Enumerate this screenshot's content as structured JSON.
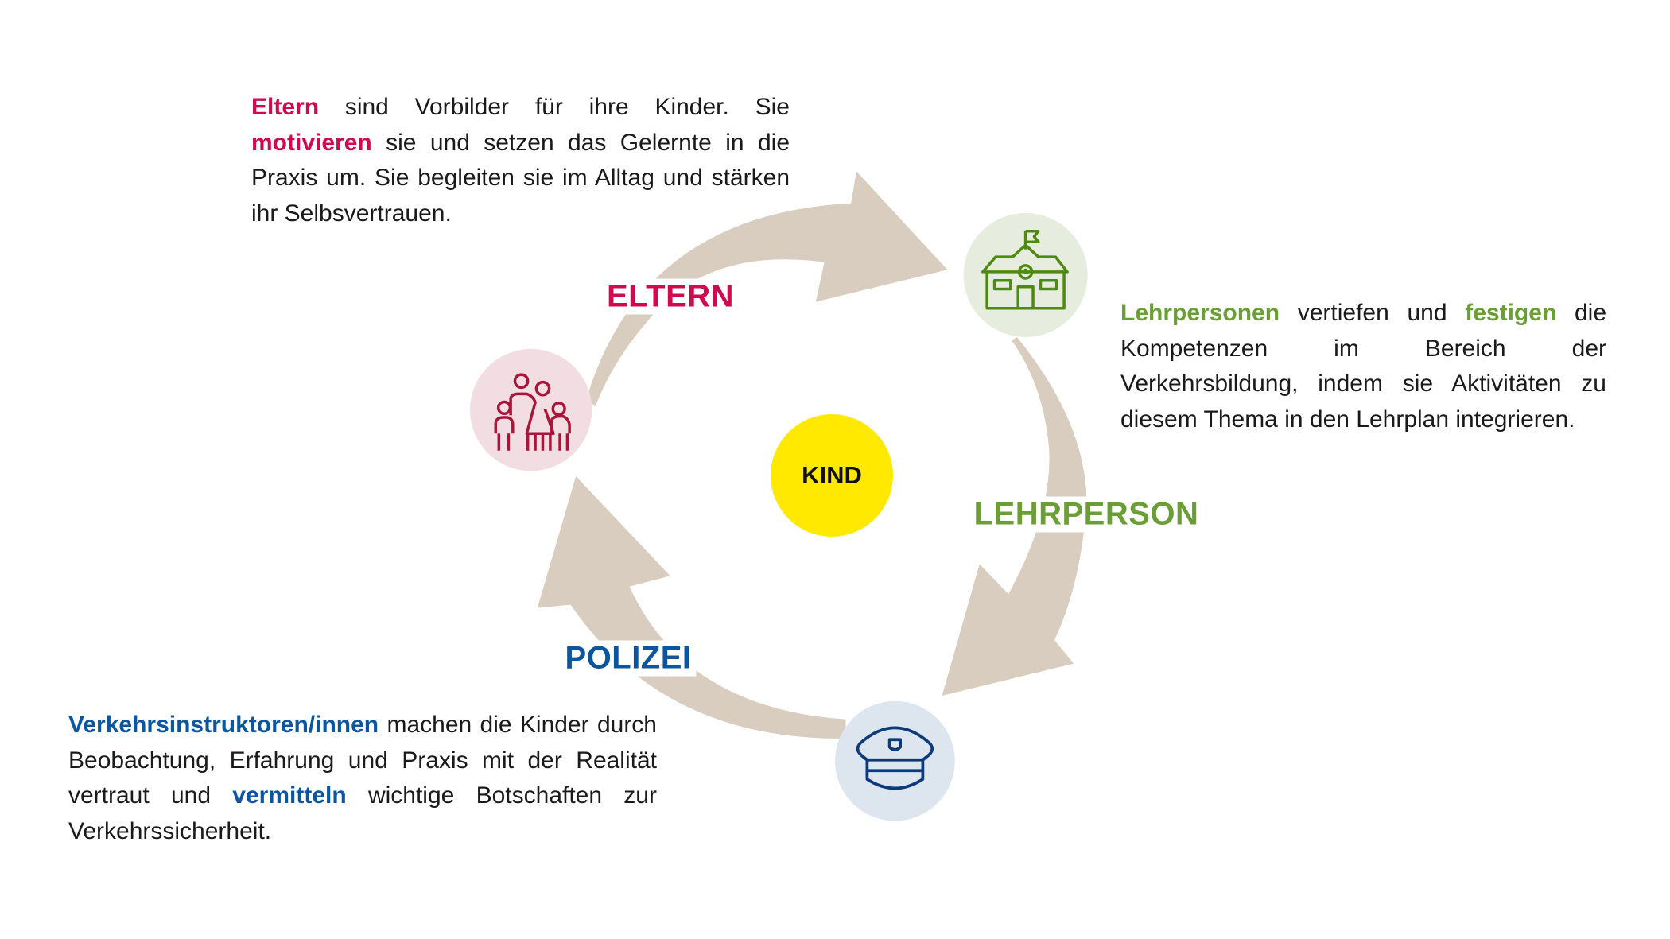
{
  "colors": {
    "eltern": "#cf0a4e",
    "lehrperson": "#6b9e36",
    "polizei": "#0a56a0",
    "arrow": "#d9cdbf",
    "kind": "#ffe900"
  },
  "center": {
    "label": "KIND"
  },
  "labels": {
    "eltern": "ELTERN",
    "lehrperson": "LEHRPERSON",
    "polizei": "POLIZEI"
  },
  "icons": {
    "eltern": "family-icon",
    "lehrperson": "school-icon",
    "polizei": "police-cap-icon"
  },
  "eltern_text": [
    "Eltern",
    " sind Vorbilder für ihre Kinder. Sie ",
    "motivieren",
    " sie und setzen das Gelernte in die Praxis um. Sie begleiten sie im Alltag und stärken ihr Selbsvertrauen."
  ],
  "lehrperson_text": [
    "Lehrpersonen",
    " vertiefen und ",
    "festigen",
    " die Kompetenzen im Bereich der Verkehrsbildung, indem sie Aktivitäten zu diesem Thema in den Lehrplan integrieren."
  ],
  "polizei_text": [
    "Verkehrsinstruktoren/innen",
    " machen die Kinder durch Beobachtung, Erfahrung und Praxis mit der Realität vertraut und ",
    "vermitteln",
    " wichtige Botschaften zur Verkehrssicherheit."
  ]
}
